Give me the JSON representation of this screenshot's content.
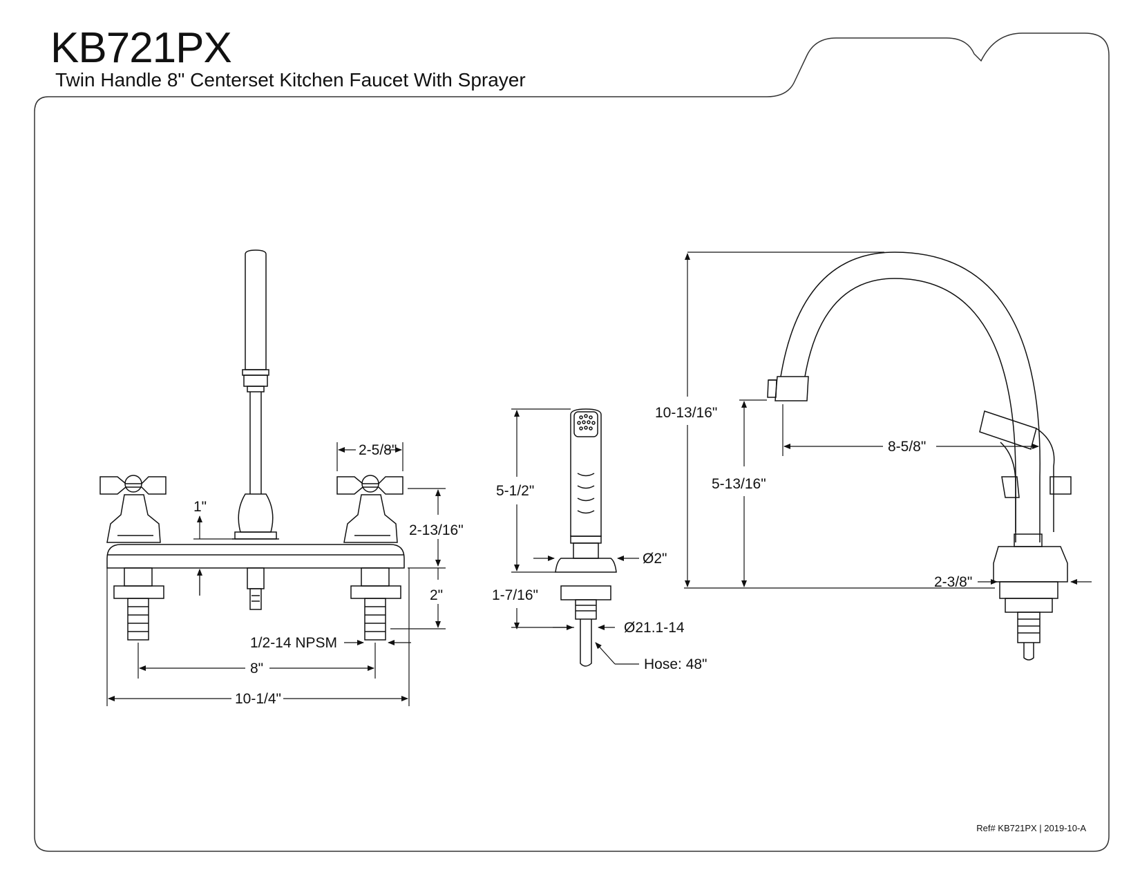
{
  "header": {
    "model": "KB721PX",
    "subtitle": "Twin Handle 8\" Centerset Kitchen Faucet With Sprayer"
  },
  "dimensions": {
    "front": {
      "handle_height": "1\"",
      "handle_width": "2-5/8\"",
      "handle_total_height": "2-13/16\"",
      "shank_length": "2\"",
      "connection": "1/2-14 NPSM",
      "center_spacing": "8\"",
      "overall_width": "10-1/4\""
    },
    "sprayer": {
      "height": "5-1/2\"",
      "diameter": "Ø2\"",
      "shank_length": "1-7/16\"",
      "thread": "Ø21.1-14",
      "hose": "Hose: 48\""
    },
    "side": {
      "total_height": "10-13/16\"",
      "spout_height": "5-13/16\"",
      "reach": "8-5/8\"",
      "base_depth": "2-3/8\""
    }
  },
  "footer": {
    "ref": "Ref# KB721PX | 2019-10-A"
  }
}
